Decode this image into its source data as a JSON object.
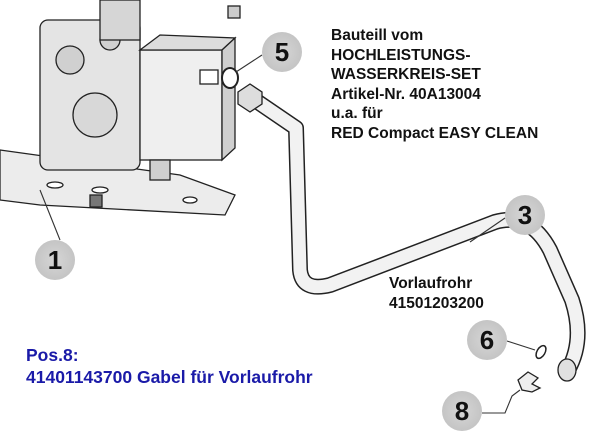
{
  "info_block": {
    "lines": [
      "Bauteill vom",
      "HOCHLEISTUNGS-",
      "WASSERKREIS-SET",
      "Artikel-Nr. 40A13004",
      "u.a. für",
      "RED Compact EASY CLEAN"
    ]
  },
  "pipe_label": {
    "name": "Vorlaufrohr",
    "number": "41501203200"
  },
  "pos_note": {
    "title": "Pos.8:",
    "text": "41401143700 Gabel für Vorlaufrohr"
  },
  "balloons": {
    "b1": "1",
    "b3": "3",
    "b5": "5",
    "b6": "6",
    "b8": "8"
  },
  "colors": {
    "note_text": "#1a1aa8",
    "balloon": "#c8c8c8"
  }
}
